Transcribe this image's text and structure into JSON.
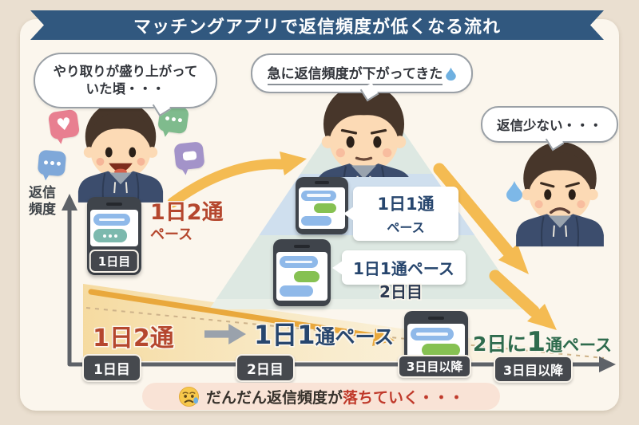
{
  "title": "マッチングアプリで返信頻度が低くなる流れ",
  "speech_bubbles": {
    "past_line1": "やり取りが盛り上がって",
    "past_line2": "いた頃・・・",
    "sudden": "急に返信頻度が下がってきた",
    "few": "返信少ない・・・"
  },
  "axis": {
    "y_label_1": "返信",
    "y_label_2": "頻度"
  },
  "stage1": {
    "pace_big": "1日2通",
    "pace_small": "ペース",
    "phone_day": "1日目"
  },
  "pyramid": {
    "row1_pace_big": "1日1通",
    "row1_pace_small": "ペース",
    "row2_pace": "1日1通ペース",
    "row2_day": "2日目"
  },
  "timeline": {
    "from_pace": "1日2通",
    "to_pace_big": "1日1",
    "to_pace_small": "通ペース",
    "final_pre": "2日に",
    "final_num": "1",
    "final_post": "通ペース",
    "day1": "1日目",
    "day2": "2日目",
    "day3_phone": "3日目以降",
    "day3": "3日目以降"
  },
  "footer": {
    "lead": "だんだん返信頻度が",
    "highlight": "落ちていく・・・"
  },
  "icons": {
    "heart_icon": "♥",
    "chat_dots_icon": "•••",
    "sad_emoji_icon": "😢",
    "tear_drop_icon": "💧"
  },
  "colors": {
    "ribbon_blue": "#31587F",
    "accent_red": "#B5472E",
    "accent_navy": "#27466E",
    "accent_green": "#2E6B4D",
    "arrow_yellow": "#F4BB52",
    "tag_dark": "#46494E",
    "card_bg": "#FBF6ED",
    "outer_bg": "#EADFD0"
  }
}
